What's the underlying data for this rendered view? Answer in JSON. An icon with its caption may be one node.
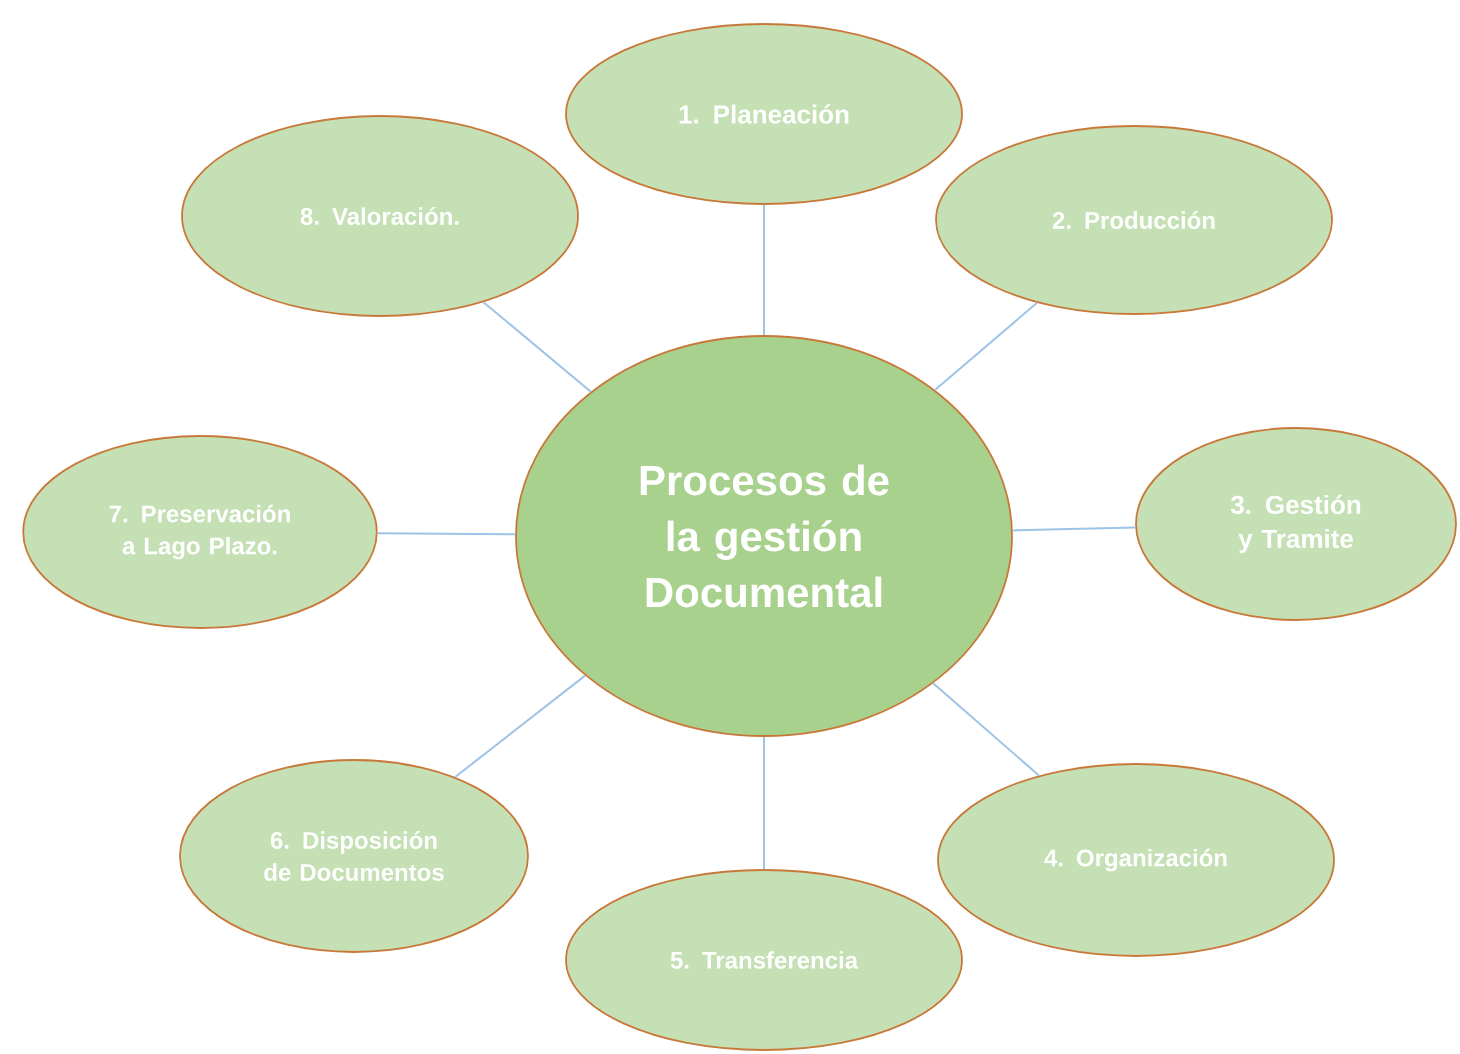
{
  "diagram": {
    "nodes": [
      {
        "text": [
          "Procesos de la gestión Documental"
        ]
      },
      {
        "text": [
          "1. Planeación"
        ]
      },
      {
        "text": [
          "2. Producción"
        ]
      },
      {
        "text": [
          "3. Gestión y Tramite"
        ]
      },
      {
        "text": [
          "4. Organización"
        ]
      },
      {
        "text": [
          "5. Transferencia"
        ]
      },
      {
        "text": [
          "6. Disposición de Documentos"
        ]
      },
      {
        "text": [
          "7. Preservación a Lago Plazo."
        ]
      },
      {
        "text": [
          "8. Valoración."
        ]
      }
    ],
    "edges": [
      {
        "from": 0,
        "to": 1,
        "arrow": "none"
      },
      {
        "from": 0,
        "to": 2,
        "arrow": "none"
      },
      {
        "from": 0,
        "to": 3,
        "arrow": "none"
      },
      {
        "from": 0,
        "to": 4,
        "arrow": "none"
      },
      {
        "from": 0,
        "to": 5,
        "arrow": "none"
      },
      {
        "from": 0,
        "to": 6,
        "arrow": "none"
      },
      {
        "from": 0,
        "to": 7,
        "arrow": "none"
      },
      {
        "from": 0,
        "to": 8,
        "arrow": "none"
      }
    ]
  }
}
